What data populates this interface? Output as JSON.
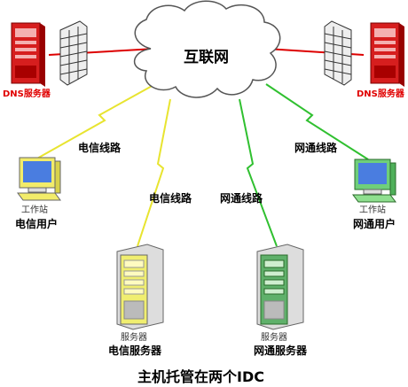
{
  "cloud": {
    "label": "互联网"
  },
  "dns_left": {
    "label": "DNS服务器"
  },
  "dns_right": {
    "label": "DNS服务器"
  },
  "links": {
    "telecom_user_link": "电信线路",
    "telecom_server_link": "电信线路",
    "netcom_server_link": "网通线路",
    "netcom_user_link": "网通线路"
  },
  "workstation_left": {
    "caption": "工作站",
    "label": "电信用户"
  },
  "workstation_right": {
    "caption": "工作站",
    "label": "网通用户"
  },
  "server_telecom": {
    "caption": "服务器",
    "label": "电信服务器"
  },
  "server_netcom": {
    "caption": "服务器",
    "label": "网通服务器"
  },
  "title": "主机托管在两个IDC",
  "colors": {
    "telecom": "#f0ee30",
    "netcom": "#30d030",
    "dns_link": "#dd0000"
  }
}
